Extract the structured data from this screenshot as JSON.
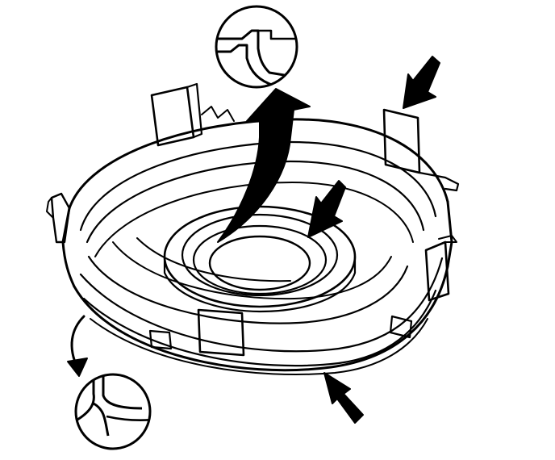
{
  "diagram": {
    "type": "technical-line-drawing",
    "subject": "",
    "colors": {
      "ink": "#000000",
      "paper": "#ffffff"
    },
    "callouts": [
      {
        "name": "detail-bubble-top",
        "icon": "zoom-detail-icon"
      },
      {
        "name": "detail-bubble-bottom",
        "icon": "zoom-detail-icon"
      }
    ],
    "arrows": [
      {
        "name": "curved-arrow-to-top-detail",
        "style": "thick-curved"
      },
      {
        "name": "curved-arrow-to-bottom-detail",
        "style": "thin-curved"
      },
      {
        "name": "pointer-arrow-top-right",
        "style": "straight"
      },
      {
        "name": "pointer-arrow-inner-ring",
        "style": "straight"
      },
      {
        "name": "pointer-arrow-bottom-right",
        "style": "straight"
      }
    ]
  }
}
